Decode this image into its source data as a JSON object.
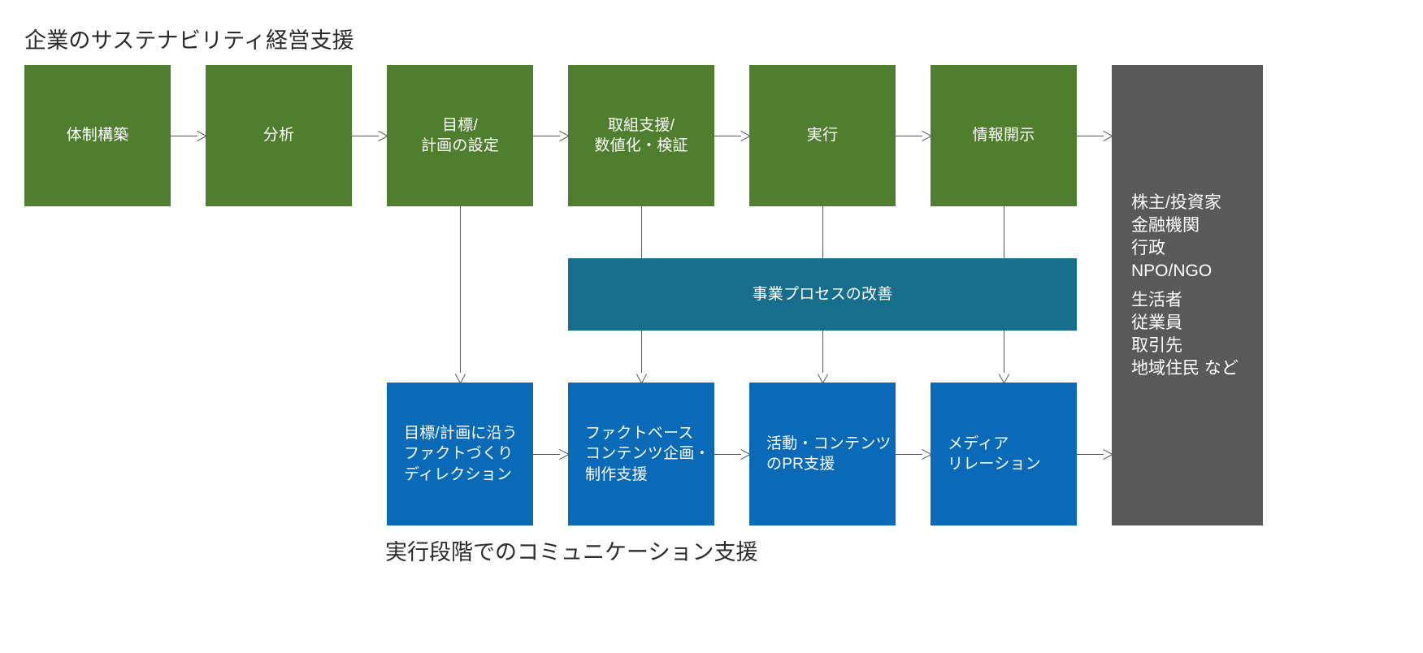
{
  "diagram": {
    "title": "企業のサステナビリティ経営支援",
    "caption": "実行段階でのコミュニケーション支援",
    "colors": {
      "green": "#4f7f2e",
      "teal": "#176d8c",
      "blue": "#0a6ab8",
      "gray": "#595959",
      "connector": "#595959",
      "text_dark": "#2b2b2b",
      "text_light": "#ffffff",
      "background": "#ffffff"
    },
    "process_steps": [
      {
        "id": "step-1",
        "label": "体制構築"
      },
      {
        "id": "step-2",
        "label": "分析"
      },
      {
        "id": "step-3",
        "label": "目標/\n計画の設定"
      },
      {
        "id": "step-4",
        "label": "取組支援/\n数値化・検証"
      },
      {
        "id": "step-5",
        "label": "実行"
      },
      {
        "id": "step-6",
        "label": "情報開示"
      }
    ],
    "improvement_bar": {
      "id": "improvement",
      "label": "事業プロセスの改善"
    },
    "communication_steps": [
      {
        "id": "comm-1",
        "label": "目標/計画に沿う\nファクトづくり\nディレクション"
      },
      {
        "id": "comm-2",
        "label": "ファクトベース\nコンテンツ企画・\n制作支援"
      },
      {
        "id": "comm-3",
        "label": "活動・コンテンツ\nのPR支援"
      },
      {
        "id": "comm-4",
        "label": "メディア\nリレーション"
      }
    ],
    "stakeholders": {
      "id": "stakeholders",
      "group_a": "株主/投資家\n金融機関\n行政\nNPO/NGO",
      "group_b": "生活者\n従業員\n取引先\n地域住民 など"
    }
  }
}
